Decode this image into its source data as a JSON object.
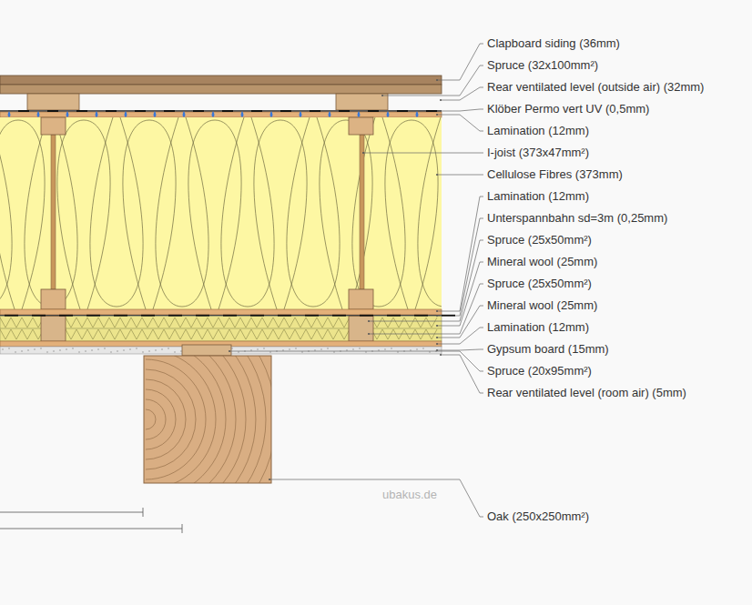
{
  "diagram": {
    "labels": [
      "Clapboard siding (36mm)",
      "Spruce (32x100mm²)",
      "Rear ventilated level (outside air) (32mm)",
      "Klöber Permo vert UV (0,5mm)",
      "Lamination (12mm)",
      "I-joist (373x47mm²)",
      "Cellulose Fibres (373mm)",
      "Lamination (12mm)",
      "Unterspannbahn sd=3m (0,25mm)",
      "Spruce (25x50mm²)",
      "Mineral wool (25mm)",
      "Spruce (25x50mm²)",
      "Mineral wool (25mm)",
      "Lamination (12mm)",
      "Gypsum board (15mm)",
      "Spruce (20x95mm²)",
      "Rear ventilated level (room air) (5mm)",
      "Oak (250x250mm²)",
      "ubakus.de"
    ]
  }
}
